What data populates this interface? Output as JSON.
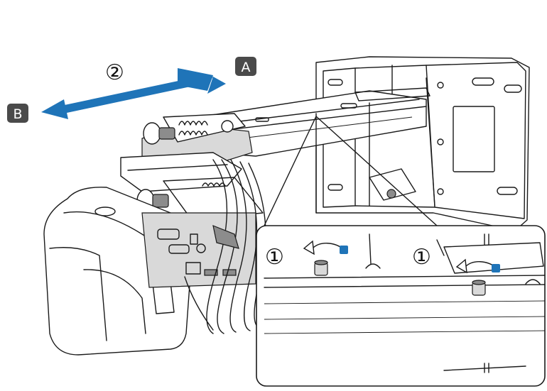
{
  "callouts": {
    "step_two": "②",
    "step_one_left": "①",
    "step_one_right": "①"
  },
  "direction_labels": {
    "a": "A",
    "b": "B"
  },
  "colors": {
    "arrow_blue": "#1f74b8",
    "label_box": "#4a4a4a"
  }
}
